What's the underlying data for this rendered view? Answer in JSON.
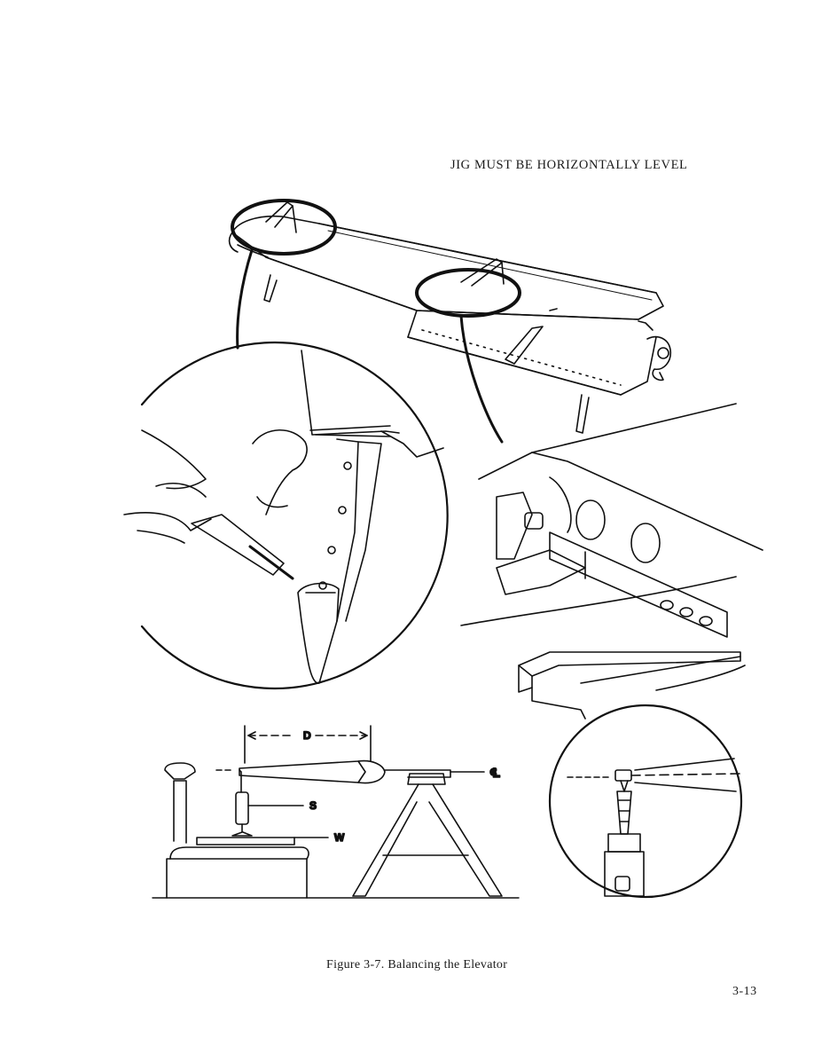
{
  "figure": {
    "top_note": "JIG MUST BE HORIZONTALLY LEVEL",
    "caption": "Figure 3-7.  Balancing the Elevator",
    "labels": {
      "distance": "D",
      "centerline": "℄",
      "support": "S",
      "weight": "W"
    }
  },
  "page_number": "3-13"
}
